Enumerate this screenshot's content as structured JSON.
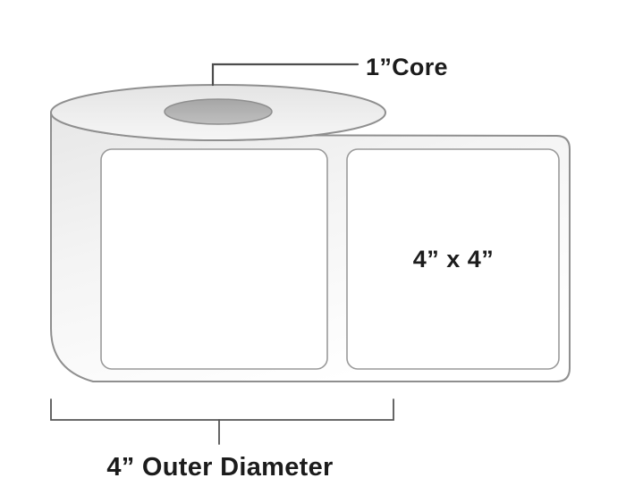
{
  "diagram": {
    "core_callout": "1”Core",
    "label_size": "4” x 4”",
    "outer_diameter": "4” Outer Diameter",
    "colors": {
      "background": "#ffffff",
      "roll_outline": "#8f8f8f",
      "label_outline": "#9a9a9a",
      "core_fill": "#b3b3b3",
      "annotation_line": "#4d4d4d",
      "text": "#1c1c1c"
    }
  }
}
